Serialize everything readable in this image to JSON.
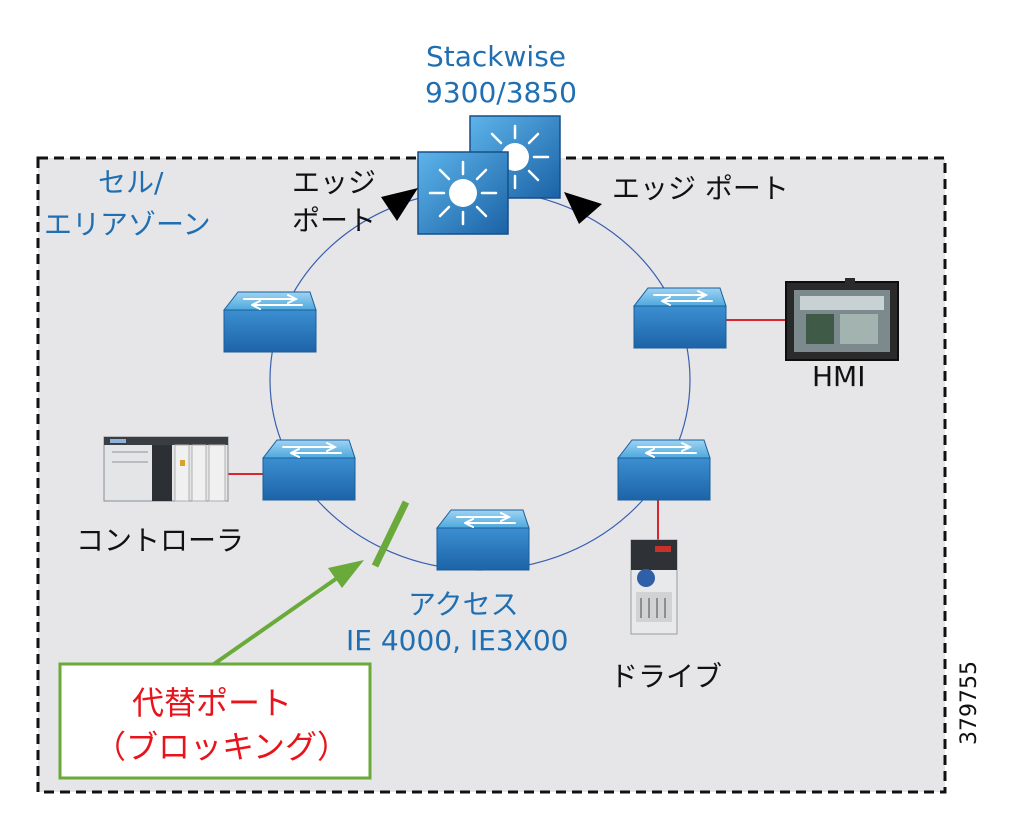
{
  "core": {
    "title_line1": "Stackwise",
    "title_line2": "9300/3850",
    "left_port_line1": "エッジ",
    "left_port_line2": "ポート",
    "right_port": "エッジ ポート"
  },
  "zone": {
    "line1": "セル/",
    "line2": "エリアゾーン"
  },
  "devices": {
    "hmi": "HMI",
    "controller": "コントローラ",
    "drive": "ドライブ"
  },
  "access": {
    "line1": "アクセス",
    "line2": "IE 4000, IE3X00"
  },
  "alternate": {
    "line1": "代替ポート",
    "line2": "（ブロッキング）"
  },
  "figure_id": "379755",
  "colors": {
    "label_blue": "#1f6fb2",
    "switch_blue": "#2e86c8",
    "ring_line": "#3a5fb0",
    "link_red": "#d9262e",
    "alternate_green": "#6aaa3a",
    "zone_fill": "#e6e6e8"
  }
}
